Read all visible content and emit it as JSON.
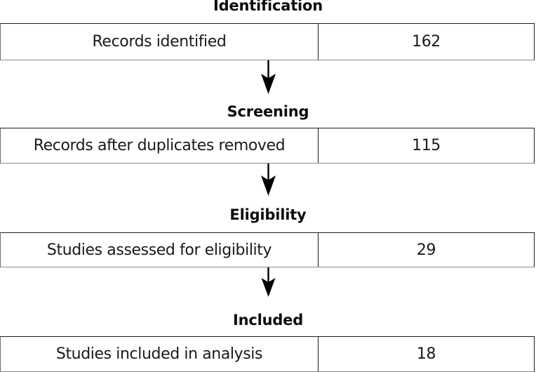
{
  "diagram": {
    "type": "prisma-flow-diagram",
    "orientation": "vertical",
    "colors": {
      "text": "#1a1a1a",
      "heading": "#0d0d0d",
      "border_dark": "#1c1c1c",
      "border_light": "#8a8a8a",
      "arrow": "#000000",
      "background": "#ffffff"
    },
    "stages": [
      {
        "heading": "Identification",
        "label": "Records identified",
        "value": "162"
      },
      {
        "heading": "Screening",
        "label": "Records after duplicates removed",
        "value": "115"
      },
      {
        "heading": "Eligibility",
        "label": "Studies assessed for eligibility",
        "value": "29"
      },
      {
        "heading": "Included",
        "label": "Studies included in analysis",
        "value": "18"
      }
    ],
    "connectors": [
      {
        "name": "arrow-identification-to-screening"
      },
      {
        "name": "arrow-screening-to-eligibility"
      },
      {
        "name": "arrow-eligibility-to-included"
      }
    ]
  }
}
